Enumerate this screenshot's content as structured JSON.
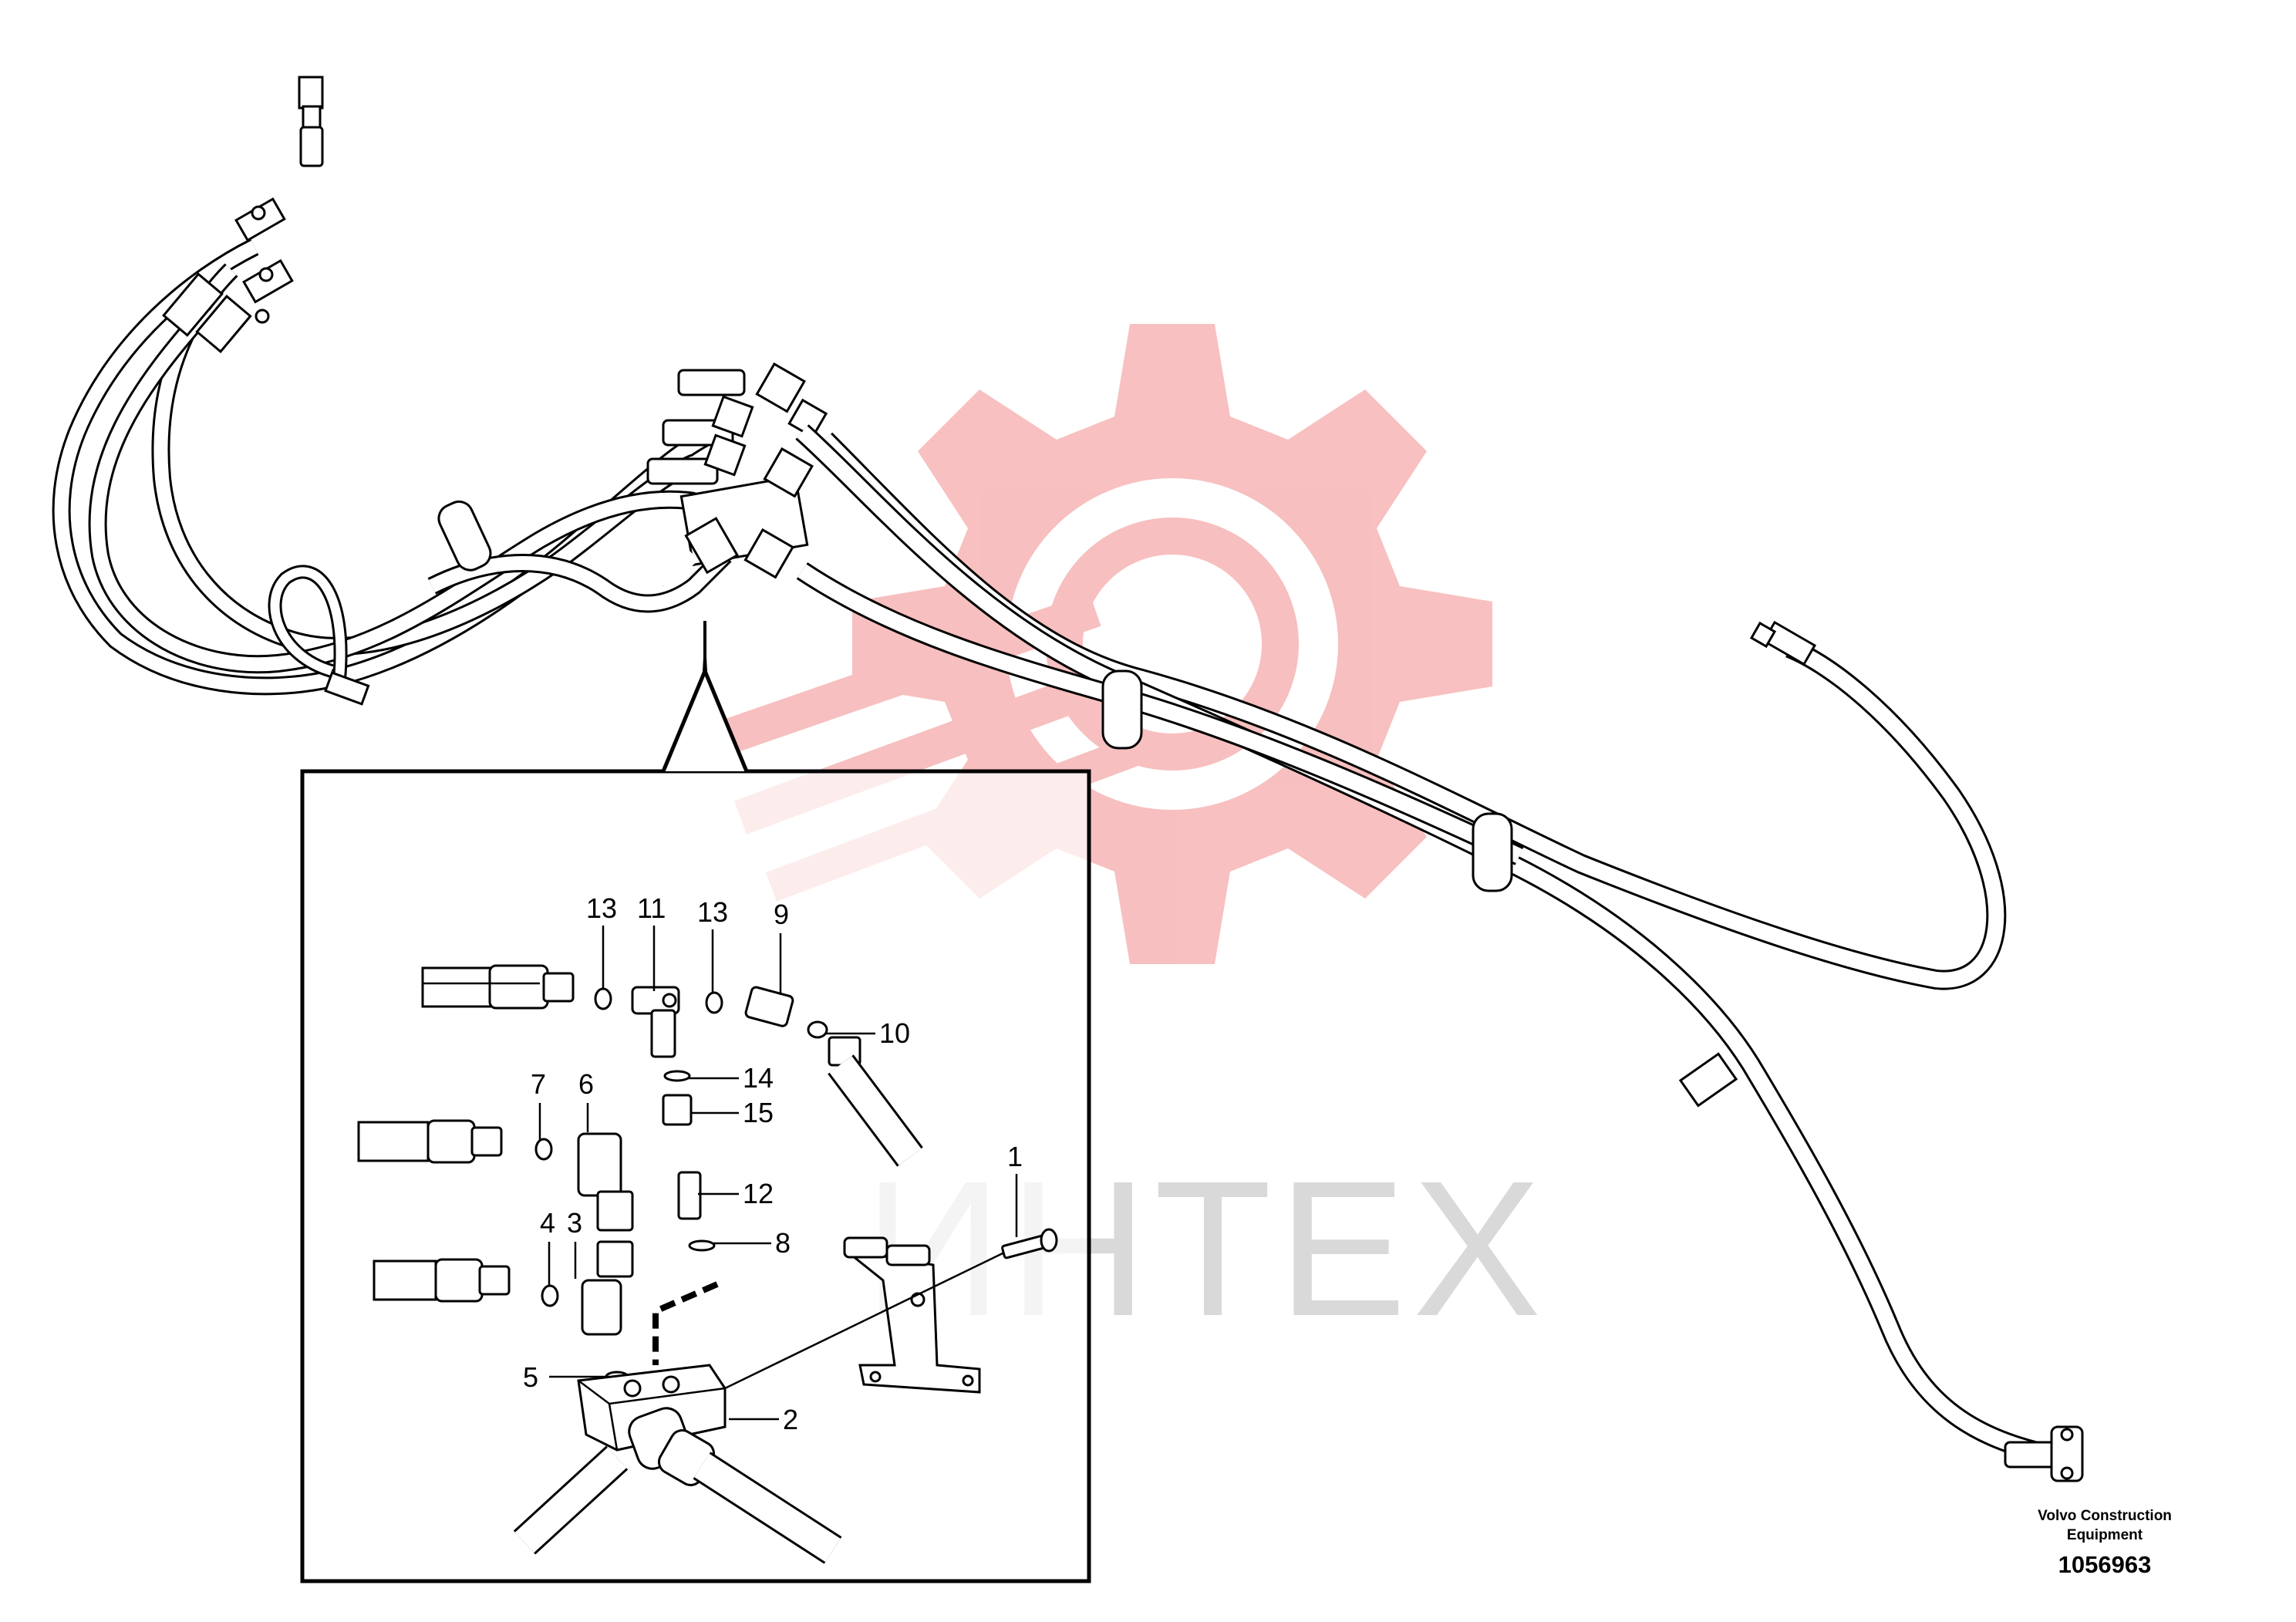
{
  "diagram": {
    "watermark": {
      "text": "ИНТЕХ",
      "color": "#f2b6b6",
      "icon": "gear-icon"
    },
    "callouts": [
      "1",
      "2",
      "3",
      "4",
      "5",
      "6",
      "7",
      "8",
      "9",
      "10",
      "11",
      "12",
      "13",
      "13",
      "14",
      "15"
    ],
    "footer": {
      "company": "Volvo Construction Equipment",
      "company_line1": "Volvo Construction",
      "company_line2": "Equipment",
      "illustration_number": "1056963"
    }
  }
}
